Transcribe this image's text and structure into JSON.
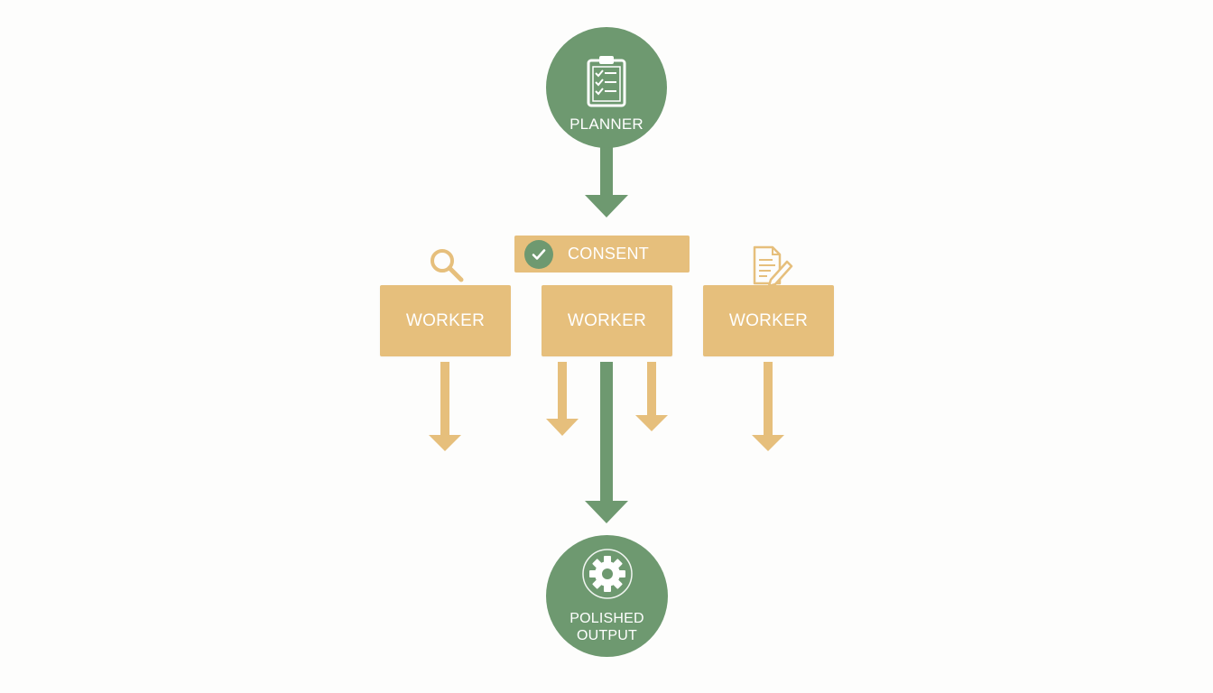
{
  "colors": {
    "green": "#6e9970",
    "tan": "#e6bf7c",
    "background": "#fdfdfc",
    "text": "#ffffff"
  },
  "planner": {
    "label": "PLANNER",
    "icon": "clipboard-checklist-icon"
  },
  "consent": {
    "label": "CONSENT",
    "icon": "checkmark-icon"
  },
  "workers": [
    {
      "label": "WORKER",
      "icon": "magnifier-icon"
    },
    {
      "label": "WORKER",
      "icon": ""
    },
    {
      "label": "WORKER",
      "icon": "document-pen-icon"
    }
  ],
  "output": {
    "line1": "POLISHED",
    "line2": "OUTPUT",
    "icon": "gear-icon"
  }
}
